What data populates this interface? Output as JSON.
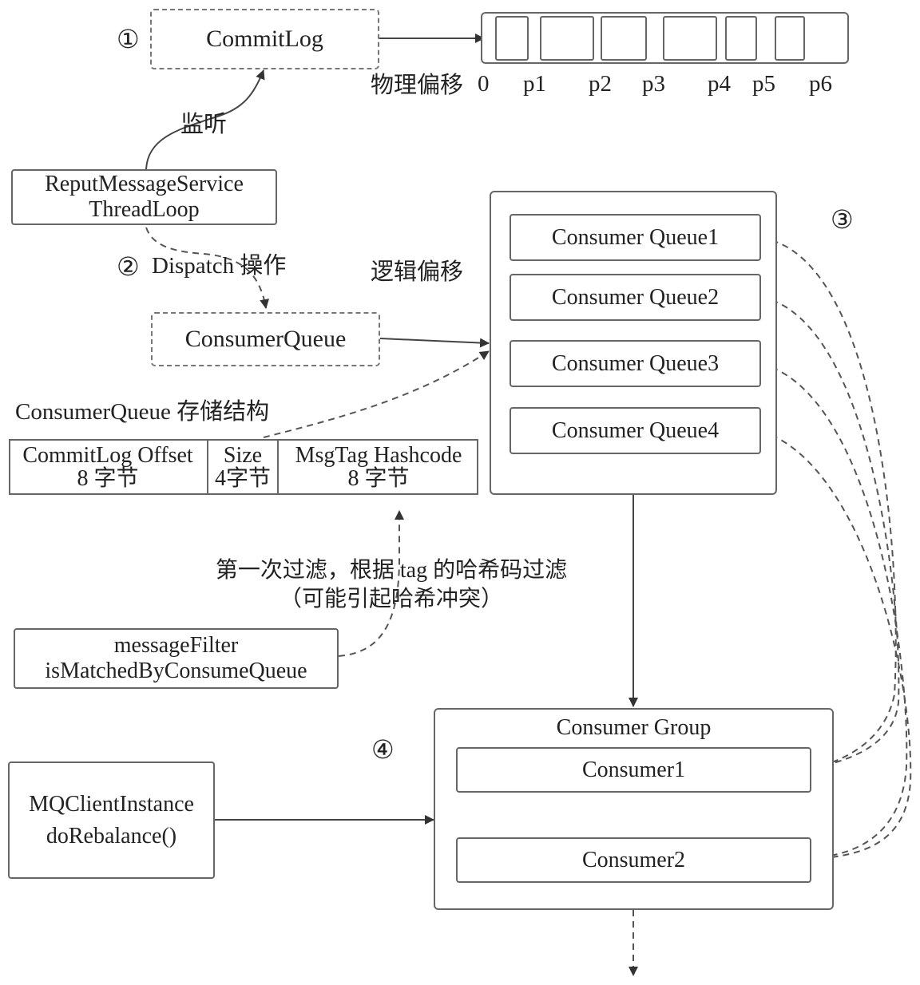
{
  "markers": {
    "m1": "①",
    "m2": "②",
    "m3": "③",
    "m4": "④"
  },
  "commitlog": {
    "label": "CommitLog"
  },
  "physical_offset": {
    "label": "物理偏移",
    "ticks": [
      "0",
      "p1",
      "p2",
      "p3",
      "p4",
      "p5",
      "p6"
    ]
  },
  "listen_label": "监听",
  "reput": {
    "line1": "ReputMessageService",
    "line2": "ThreadLoop"
  },
  "dispatch_label": "Dispatch 操作",
  "logical_offset_label": "逻辑偏移",
  "consumerqueue": {
    "label": "ConsumerQueue"
  },
  "queues": [
    "Consumer Queue1",
    "Consumer Queue2",
    "Consumer Queue3",
    "Consumer Queue4"
  ],
  "cq_structure": {
    "title": "ConsumerQueue 存储结构",
    "fields": [
      {
        "name": "CommitLog Offset",
        "size": "8 字节"
      },
      {
        "name": "Size",
        "size": "4字节"
      },
      {
        "name": "MsgTag Hashcode",
        "size": "8 字节"
      }
    ]
  },
  "filter_note": {
    "line1": "第一次过滤，根据 tag 的哈希码过滤",
    "line2": "（可能引起哈希冲突）"
  },
  "message_filter": {
    "line1": "messageFilter",
    "line2": "isMatchedByConsumeQueue"
  },
  "mqclient": {
    "line1": "MQClientInstance",
    "line2": "doRebalance()"
  },
  "consumer_group": {
    "title": "Consumer Group",
    "consumers": [
      "Consumer1",
      "Consumer2"
    ]
  }
}
